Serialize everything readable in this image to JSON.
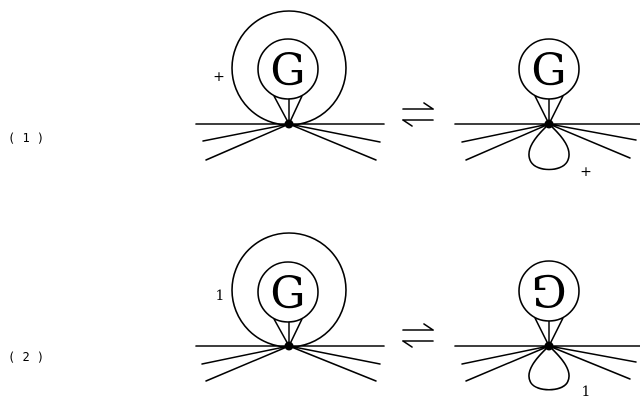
{
  "rows": [
    {
      "label": "( 1 )",
      "node_letter": "G",
      "left_loop_label": "+",
      "right_loop_label": "+",
      "right_letter_mirrored": false
    },
    {
      "label": "( 2 )",
      "node_letter": "G",
      "left_loop_label": "1",
      "right_loop_label": "1",
      "right_letter_mirrored": true
    }
  ],
  "equilibrium_symbol": "⇄"
}
